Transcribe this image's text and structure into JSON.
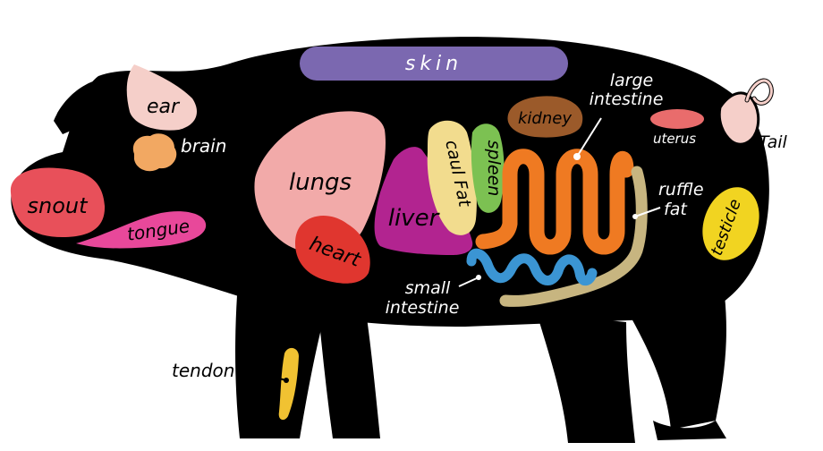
{
  "labels": {
    "skin": "skin",
    "ear": "ear",
    "brain": "brain",
    "snout": "snout",
    "tongue": "tongue",
    "lungs": "lungs",
    "heart": "heart",
    "liver": "liver",
    "caul_fat": "caul Fat",
    "spleen": "spleen",
    "kidney": "kidney",
    "large_intestine_line1": "large",
    "large_intestine_line2": "intestine",
    "uterus": "uterus",
    "tail": "Tail",
    "ruffle_fat_line1": "ruffle",
    "ruffle_fat_line2": "fat",
    "testicle": "testicle",
    "small_intestine_line1": "small",
    "small_intestine_line2": "intestine",
    "tendon": "tendon"
  },
  "colors": {
    "body": "#000000",
    "skin": "#7b68b0",
    "ear": "#f5cfc9",
    "brain": "#f2a862",
    "snout": "#e8505a",
    "tongue": "#e8489a",
    "lungs": "#f2aaa9",
    "heart": "#e0362f",
    "liver": "#b22490",
    "caul_fat": "#f2dc8e",
    "spleen": "#7cc152",
    "kidney": "#9b5a2a",
    "large_intestine": "#ef7a22",
    "uterus": "#e96c6c",
    "tail": "#f5cfc9",
    "ruffle_fat": "#c7b580",
    "testicle": "#f1d421",
    "small_intestine": "#3b95d3",
    "tendon": "#f1c232"
  }
}
